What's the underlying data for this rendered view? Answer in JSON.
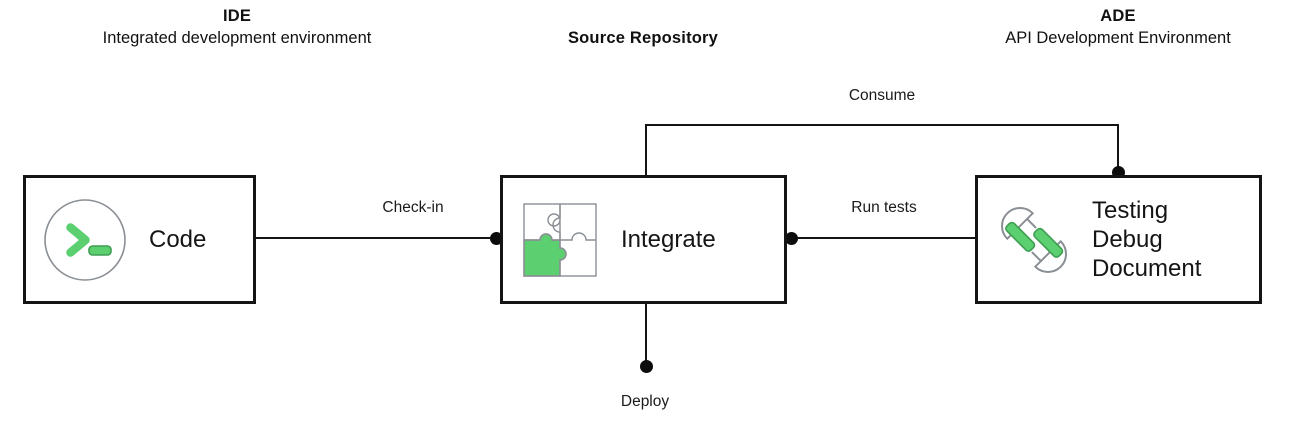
{
  "diagram": {
    "title_columns": [
      {
        "id": "ide",
        "title": "IDE",
        "subtitle": "Integrated development\nenvironment"
      },
      {
        "id": "source",
        "title": "Source Repository",
        "subtitle": ""
      },
      {
        "id": "ade",
        "title": "ADE",
        "subtitle": "API Development\nEnvironment"
      }
    ],
    "nodes": [
      {
        "id": "code",
        "label": "Code",
        "icon": "terminal-prompt-icon"
      },
      {
        "id": "integrate",
        "label": "Integrate",
        "icon": "puzzle-piece-icon"
      },
      {
        "id": "ade",
        "label": "Testing\nDebug\nDocument",
        "icon": "plug-socket-icon"
      }
    ],
    "edges": [
      {
        "id": "check-in",
        "label": "Check-in",
        "from": "code",
        "to": "integrate"
      },
      {
        "id": "run-tests",
        "label": "Run tests",
        "from": "integrate",
        "to": "ade"
      },
      {
        "id": "consume",
        "label": "Consume",
        "from": "ade",
        "to": "integrate"
      },
      {
        "id": "deploy",
        "label": "Deploy",
        "from": "integrate",
        "to": ""
      }
    ],
    "colors": {
      "accent_green": "#5ccf70",
      "accent_green_stroke": "#3e9e52",
      "line": "#141414",
      "icon_outline": "#8a8f95",
      "background": "#ffffff",
      "text": "#1a1a1a"
    }
  }
}
